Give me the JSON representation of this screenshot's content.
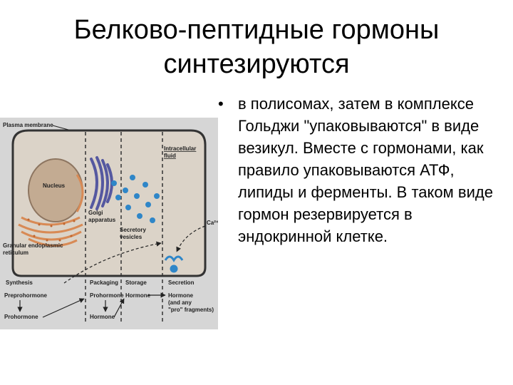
{
  "slide": {
    "title_line1": "Белково-пептидные гормоны",
    "title_line2": "синтезируются",
    "bullet_marker": "•",
    "bullet_text": "в полисомах, затем в комплексе Гольджи \"упаковываются\" в виде везикул. Вместе с гормонами, как правило упаковываются АТФ, липиды и ферменты. В таком виде гормон резервируется в эндокринной клетке."
  },
  "figure": {
    "labels": {
      "plasma_membrane": "Plasma membrane",
      "intracellular_1": "Intracellular",
      "intracellular_2": "fluid",
      "nucleus": "Nucleus",
      "golgi_1": "Golgi",
      "golgi_2": "apparatus",
      "secretory_1": "Secretory",
      "secretory_2": "vesicles",
      "granular_1": "Granular endoplasmic",
      "granular_2": "reticulum",
      "ca": "Ca²⁺",
      "stage_synthesis": "Synthesis",
      "stage_packaging": "Packaging",
      "stage_storage": "Storage",
      "stage_secretion": "Secretion",
      "preprohormone": "Preprohormone",
      "prohormone_synthesis": "Prohormone",
      "prohormone_packaging": "Prohormone",
      "hormone_packaging": "Hormone",
      "hormone_storage": "Hormone",
      "hormone_secretion": "Hormone",
      "and_any": "(and any",
      "pro_fragments": "\"pro\" fragments)"
    },
    "colors": {
      "background": "#d6d6d6",
      "cell": "#dbd3c8",
      "nucleus": "#c3ab92",
      "er": "#d88a55",
      "golgi": "#5558a0",
      "vesicles": "#2f86c8"
    }
  }
}
